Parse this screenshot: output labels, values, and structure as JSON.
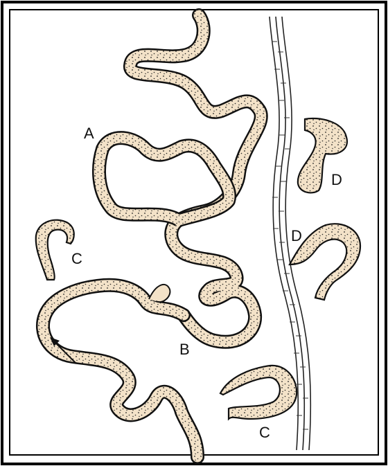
{
  "diagram": {
    "labels": {
      "a": "A",
      "b": "B",
      "c_left": "C",
      "c_bottom": "C",
      "d_top": "D",
      "d_middle": "D"
    },
    "colors": {
      "river_fill": "#f3e2c8",
      "outline": "#111111",
      "border": "#000000",
      "background": "#ffffff"
    },
    "features": [
      "meandering-river",
      "cutoff-meander",
      "oxbow-lakes",
      "railway-track",
      "flow-arrow"
    ]
  }
}
